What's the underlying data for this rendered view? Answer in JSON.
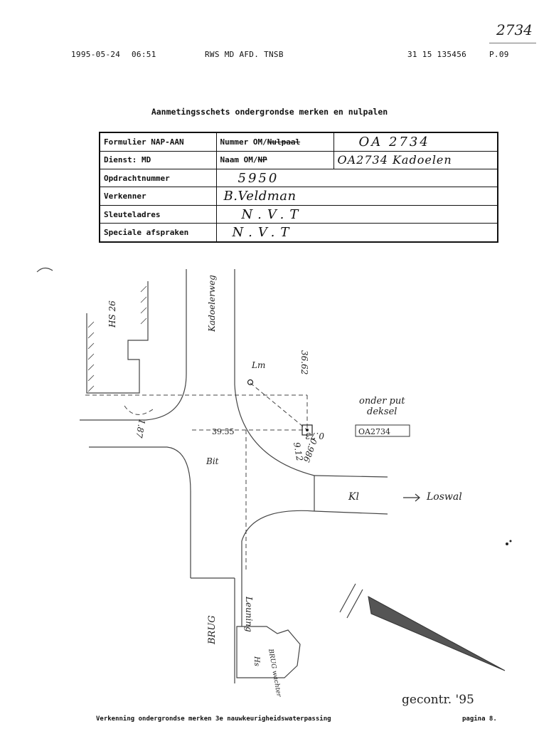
{
  "page_number_handwritten": "2734",
  "fax_header": {
    "date": "1995-05-24",
    "time": "06:51",
    "sender": "RWS MD AFD. TNSB",
    "phone": "31 15 135456",
    "page": "P.09"
  },
  "title": "Aanmetingsschets ondergrondse merken en nulpalen",
  "form": {
    "formulier_label": "Formulier NAP-AAN",
    "nummer_label_prefix": "Nummer OM/",
    "nummer_label_struck": "Nulpaal",
    "nummer_value": "OA 2734",
    "dienst_label": "Dienst: MD",
    "naam_label_prefix": "Naam OM/",
    "naam_label_struck": "NP",
    "naam_value": "OA2734 Kadoelen",
    "opdracht_label": "Opdrachtnummer",
    "opdracht_value": "5950",
    "verkenner_label": "Verkenner",
    "verkenner_value": "B.Veldman",
    "sleutel_label": "Sleuteladres",
    "sleutel_value": "N.V.T",
    "speciale_label": "Speciale afspraken",
    "speciale_value": "N.V.T"
  },
  "sketch": {
    "house_label": "HS 26",
    "street_label": "Kadoelerweg",
    "dist_top": "36.62",
    "point_label": "Lm",
    "mark_desc_line1": "onder put",
    "mark_desc_line2": "deksel",
    "mark_id": "OA2734",
    "dist_187": "1.87",
    "dist_073": "0.73",
    "dist_3955": "39.55",
    "dist_0986": "0.986",
    "dist_912": "9.12",
    "bit_label": "Bit",
    "klinker_label": "Kl",
    "loswal_label": "Loswal",
    "leuning_label": "Leuning",
    "brug_label": "BRUG",
    "brugwachter_label": "BRUG wachter",
    "hs_label": "Hs"
  },
  "signoff": "gecontr. '95",
  "footer": {
    "left": "Verkenning ondergrondse merken 3e nauwkeurigheidswaterpassing",
    "right": "pagina 8."
  }
}
